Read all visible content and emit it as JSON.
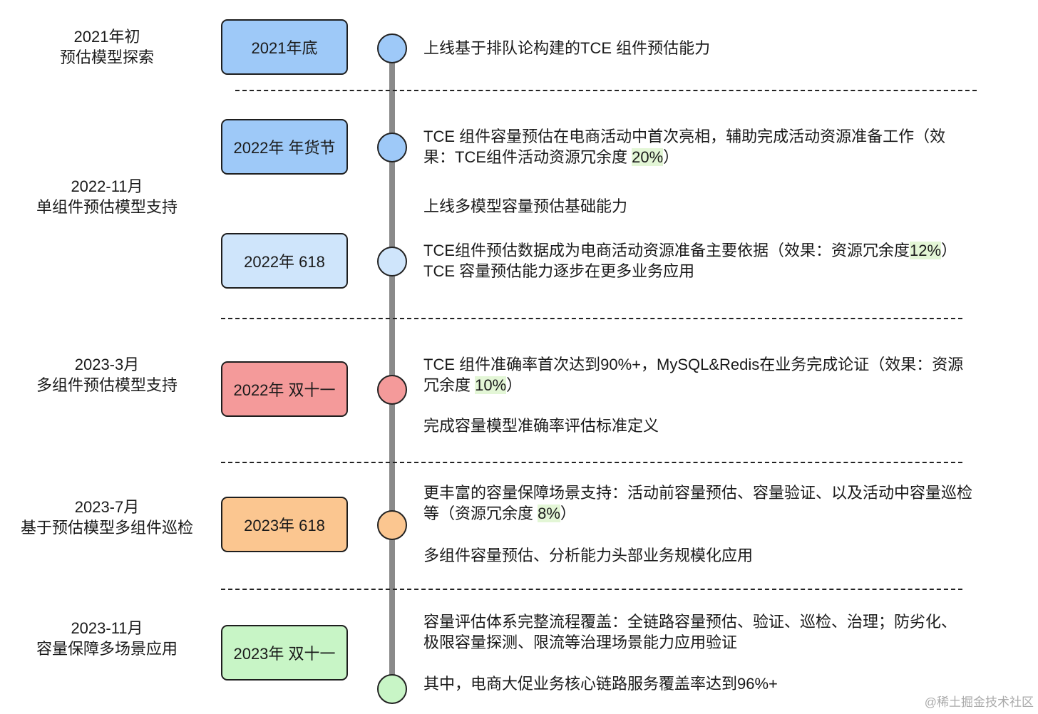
{
  "phases": [
    {
      "line1": "2021年初",
      "line2": "预估模型探索"
    },
    {
      "line1": "2022-11月",
      "line2": "单组件预估模型支持"
    },
    {
      "line1": "2023-3月",
      "line2": "多组件预估模型支持"
    },
    {
      "line1": "2023-7月",
      "line2": "基于预估模型多组件巡检"
    },
    {
      "line1": "2023-11月",
      "line2": "容量保障多场景应用"
    }
  ],
  "milestones": [
    {
      "label": "2021年底",
      "color": "#9ec9f8"
    },
    {
      "label": "2022年 年货节",
      "color": "#9ec9f8"
    },
    {
      "label": "2022年 618",
      "color": "#cfe5fb"
    },
    {
      "label": "2022年 双十一",
      "color": "#f49a9a"
    },
    {
      "label": "2023年 618",
      "color": "#fbc690"
    },
    {
      "label": "2023年 双十一",
      "color": "#c8f5c6"
    }
  ],
  "details": {
    "d0": "上线基于排队论构建的TCE 组件预估能力",
    "d1": {
      "l1": "TCE 组件容量预估在电商活动中首次亮相，辅助完成活动资源准备工作（效",
      "l2a": "果：TCE组件活动资源冗余度 ",
      "pct": "20%",
      "l2b": "）"
    },
    "d2": "上线多模型容量预估基础能力",
    "d3": {
      "l1a": "TCE组件预估数据成为电商活动资源准备主要依据（效果：资源冗余度",
      "pct": "12%",
      "l1b": "）",
      "l2": "TCE 容量预估能力逐步在更多业务应用"
    },
    "d4": {
      "l1": "TCE 组件准确率首次达到90%+，MySQL&Redis在业务完成论证（效果：资源",
      "l2a": "冗余度 ",
      "pct": "10%",
      "l2b": "）"
    },
    "d5": "完成容量模型准确率评估标准定义",
    "d6": {
      "l1": "更丰富的容量保障场景支持：活动前容量预估、容量验证、以及活动中容量巡检",
      "l2a": "等（资源冗余度 ",
      "pct": "8%",
      "l2b": "）"
    },
    "d7": "多组件容量预估、分析能力头部业务规模化应用",
    "d8": {
      "l1": "容量评估体系完整流程覆盖：全链路容量预估、验证、巡检、治理；防劣化、",
      "l2": "极限容量探测、限流等治理场景能力应用验证"
    },
    "d9": "其中，电商大促业务核心链路服务覆盖率达到96%+"
  },
  "watermark": "@稀土掘金技术社区"
}
